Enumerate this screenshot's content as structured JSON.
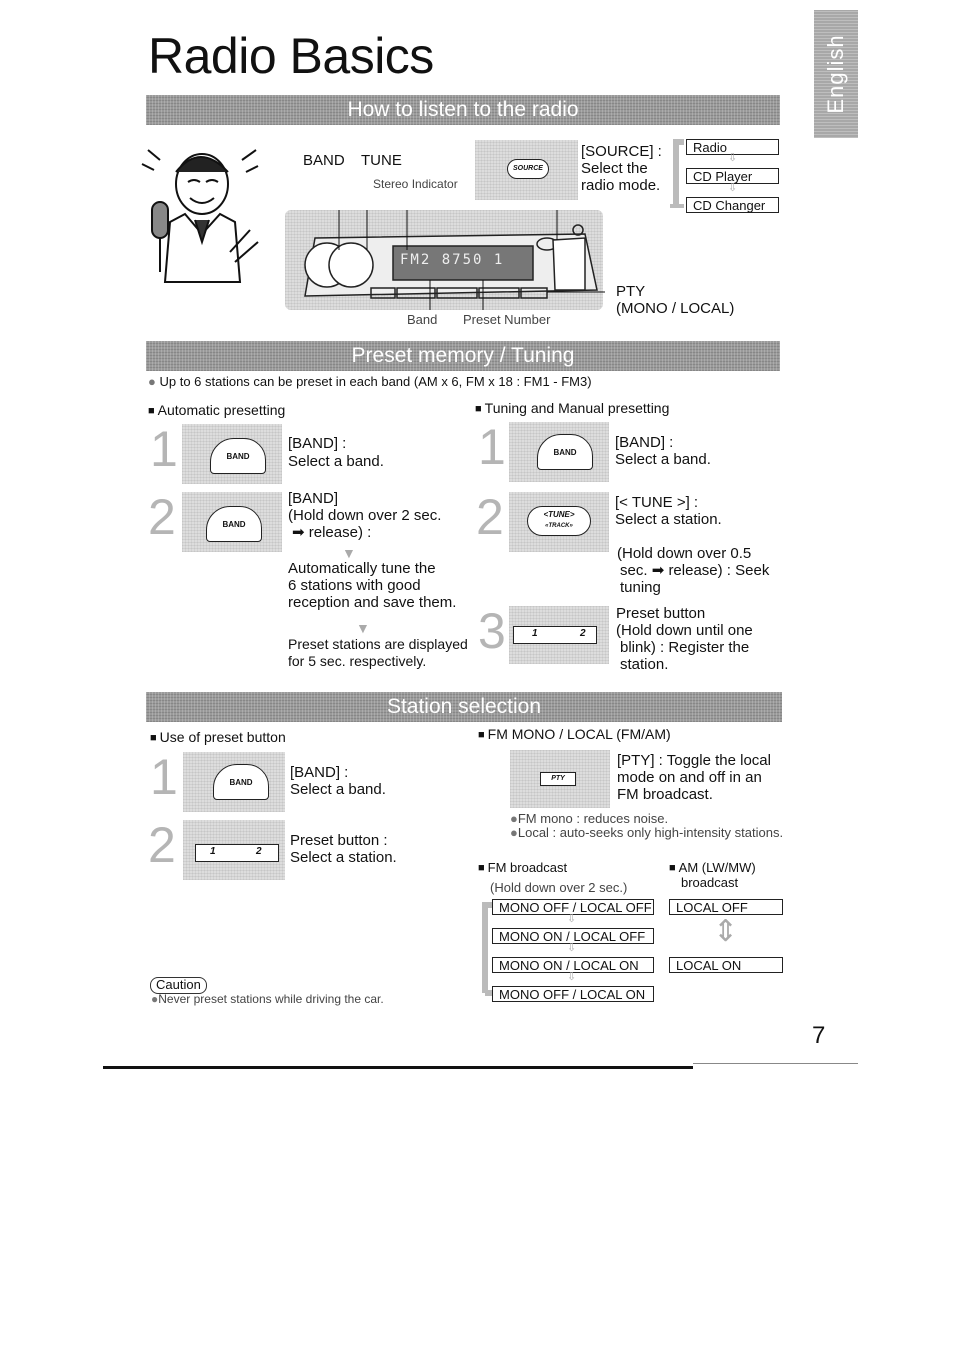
{
  "page": {
    "title": "Radio Basics",
    "side_tab": "English",
    "page_number": "7"
  },
  "listen": {
    "heading": "How to listen to the radio",
    "band_label": "BAND",
    "tune_label": "TUNE",
    "stereo_indicator": "Stereo Indicator",
    "source_title": "[SOURCE] :",
    "source_desc1": "Select the",
    "source_desc2": "radio mode.",
    "source_button": "SOURCE",
    "modes": [
      "Radio",
      "CD Player",
      "CD Changer"
    ],
    "display_text": "FM2 8750 1",
    "pty_label": "PTY",
    "mono_local": "(MONO / LOCAL)",
    "band_bottom": "Band",
    "preset_number": "Preset Number"
  },
  "preset": {
    "heading": "Preset memory / Tuning",
    "note": "Up to 6 stations can be preset in each band (AM x 6, FM x 18 : FM1 - FM3)",
    "auto_title": "Automatic presetting",
    "manual_title": "Tuning and Manual presetting",
    "auto": {
      "step1_num": "1",
      "step1_title": "[BAND] :",
      "step1_desc": "Select a band.",
      "step2_num": "2",
      "step2_line1": "[BAND]",
      "step2_line2": "(Hold down over 2 sec.",
      "step2_line3": "release) :",
      "step2_desc1": "Automatically tune the",
      "step2_desc2": "6 stations with good",
      "step2_desc3": "reception and save them.",
      "step2_note1": "Preset stations are displayed",
      "step2_note2": "for 5 sec. respectively."
    },
    "manual": {
      "step1_num": "1",
      "step1_title": "[BAND] :",
      "step1_desc": "Select a band.",
      "step2_num": "2",
      "step2_title": "[< TUNE >] :",
      "step2_desc": "Select a station.",
      "step2_hold1": "(Hold down over 0.5",
      "step2_hold2": "sec.",
      "step2_hold2b": "release) : Seek",
      "step2_hold3": "tuning",
      "step3_num": "3",
      "step3_line1": "Preset button",
      "step3_line2": "(Hold down until one",
      "step3_line3": "blink) : Register the",
      "step3_line4": "station."
    },
    "button_band": "BAND",
    "button_tune": "<TUNE>",
    "button_track": "«TRACK»",
    "preset_key_1": "1",
    "preset_key_2": "2"
  },
  "station": {
    "heading": "Station selection",
    "preset_title": "Use of preset button",
    "step1_num": "1",
    "step1_title": "[BAND] :",
    "step1_desc": "Select a band.",
    "step2_num": "2",
    "step2_title": "Preset button :",
    "step2_desc": "Select a station.",
    "mono_title": "FM MONO / LOCAL (FM/AM)",
    "pty_button": "PTY",
    "pty_line1": "[PTY] : Toggle the local",
    "pty_line2": "mode on and off in an",
    "pty_line3": "FM broadcast.",
    "note1": "FM mono : reduces noise.",
    "note2": "Local : auto-seeks only high-intensity stations.",
    "fm_title": "FM broadcast",
    "fm_hold": "(Hold down over 2 sec.)",
    "fm_modes": [
      "MONO OFF / LOCAL OFF",
      "MONO ON / LOCAL OFF",
      "MONO ON / LOCAL ON",
      "MONO OFF / LOCAL ON"
    ],
    "am_title1": "AM (LW/MW)",
    "am_title2": "broadcast",
    "am_modes": [
      "LOCAL OFF",
      "LOCAL ON"
    ],
    "caution_label": "Caution",
    "caution_text": "Never preset stations while driving the car."
  }
}
